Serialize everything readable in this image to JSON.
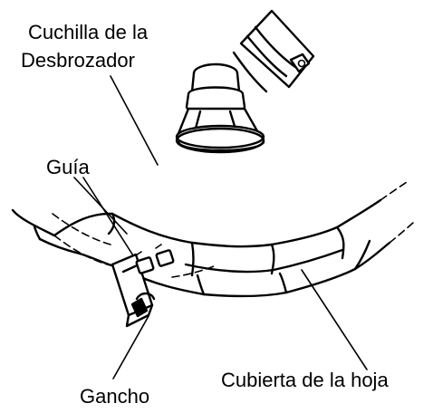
{
  "labels": {
    "blade_line1": "Cuchilla de la",
    "blade_line2": "Desbrozador",
    "guide": "Guía",
    "cover": "Cubierta de la hoja",
    "hook": "Gancho"
  }
}
